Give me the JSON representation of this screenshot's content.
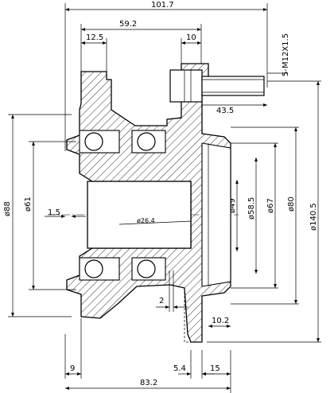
{
  "dimensions": {
    "overall_length": "101.7",
    "flange_to_hub_length": "59.2",
    "flange_thickness": "12.5",
    "stud_offset": "10",
    "stud_spec": "5-M12X1.5",
    "stud_length": "43.5",
    "outer_diameter_left": "ø88",
    "bore_diameter_left": "ø61",
    "gap": "1.5",
    "inner_bore": "ø26.4",
    "pilot_49": "ø49",
    "pilot_58_5": "ø58.5",
    "pilot_67": "ø67",
    "pilot_80": "ø80",
    "flange_diameter": "ø140.5",
    "small_gap": "2",
    "flange_face": "10.2",
    "left_offset": "9",
    "overall_bottom": "83.2",
    "step_5_4": "5.4",
    "step_15": "15"
  }
}
